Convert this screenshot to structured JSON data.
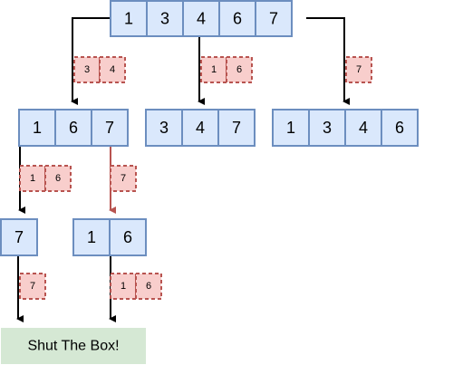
{
  "root": [
    "1",
    "3",
    "4",
    "6",
    "7"
  ],
  "level1": {
    "left": [
      "1",
      "6",
      "7"
    ],
    "middle": [
      "3",
      "4",
      "7"
    ],
    "right": [
      "1",
      "3",
      "4",
      "6"
    ]
  },
  "level2": {
    "left": [
      "7"
    ],
    "right": [
      "1",
      "6"
    ]
  },
  "tags": {
    "root_left": [
      "3",
      "4"
    ],
    "root_middle": [
      "1",
      "6"
    ],
    "root_right": [
      "7"
    ],
    "l1_left": [
      "1",
      "6"
    ],
    "l1_right": [
      "7"
    ],
    "l2_left": [
      "7"
    ],
    "l2_right": [
      "1",
      "6"
    ]
  },
  "result_label": "Shut The Box!",
  "colors": {
    "cell_fill": "#dae8fc",
    "cell_stroke": "#6c8ebf",
    "tag_fill": "#f8cecc",
    "tag_stroke": "#b85450",
    "result_fill": "#d5e8d4",
    "highlight_edge": "#b85450"
  }
}
